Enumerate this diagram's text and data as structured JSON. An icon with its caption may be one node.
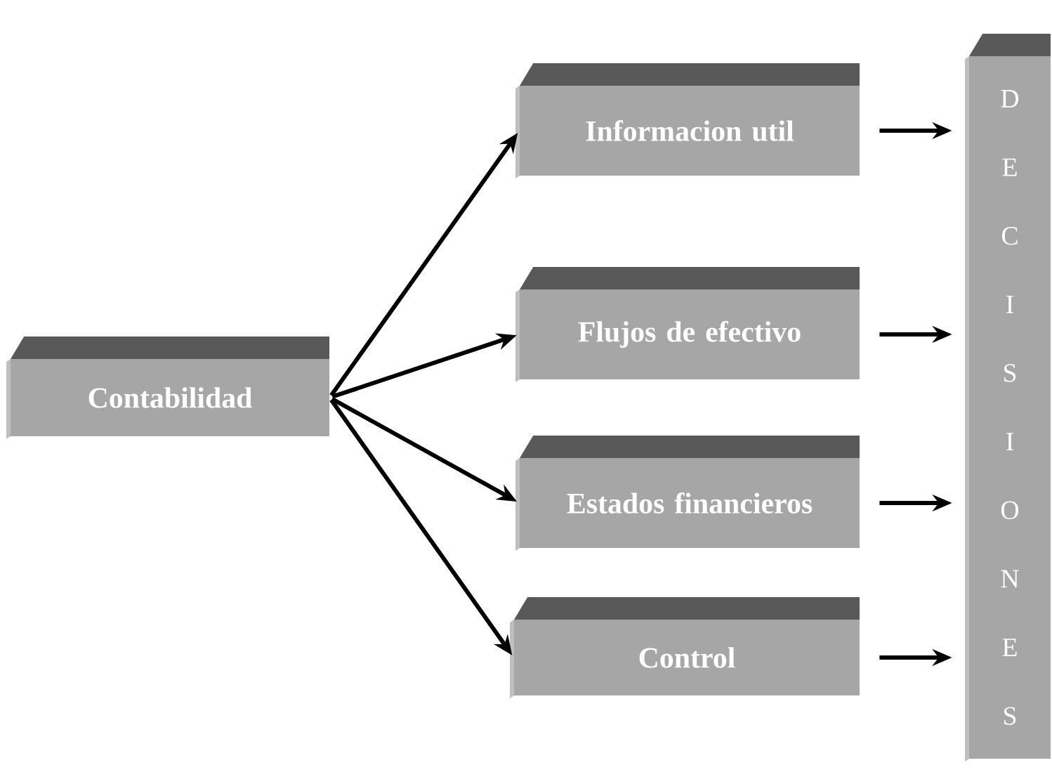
{
  "diagram": {
    "nodes": [
      {
        "text": [
          "Contabilidad"
        ]
      },
      {
        "text": [
          "Informacion util"
        ]
      },
      {
        "text": [
          "Flujos de efectivo"
        ]
      },
      {
        "text": [
          "Estados financieros"
        ]
      },
      {
        "text": [
          "Control"
        ]
      },
      {
        "text": [
          "D E C I S I O N E S"
        ]
      }
    ],
    "edges": [
      {
        "from": 0,
        "to": 1,
        "arrow": "to"
      },
      {
        "from": 0,
        "to": 2,
        "arrow": "to"
      },
      {
        "from": 0,
        "to": 3,
        "arrow": "to"
      },
      {
        "from": 0,
        "to": 4,
        "arrow": "to"
      },
      {
        "from": 1,
        "to": 5,
        "arrow": "to"
      },
      {
        "from": 2,
        "to": 5,
        "arrow": "to"
      },
      {
        "from": 3,
        "to": 5,
        "arrow": "to"
      },
      {
        "from": 4,
        "to": 5,
        "arrow": "to"
      }
    ]
  }
}
